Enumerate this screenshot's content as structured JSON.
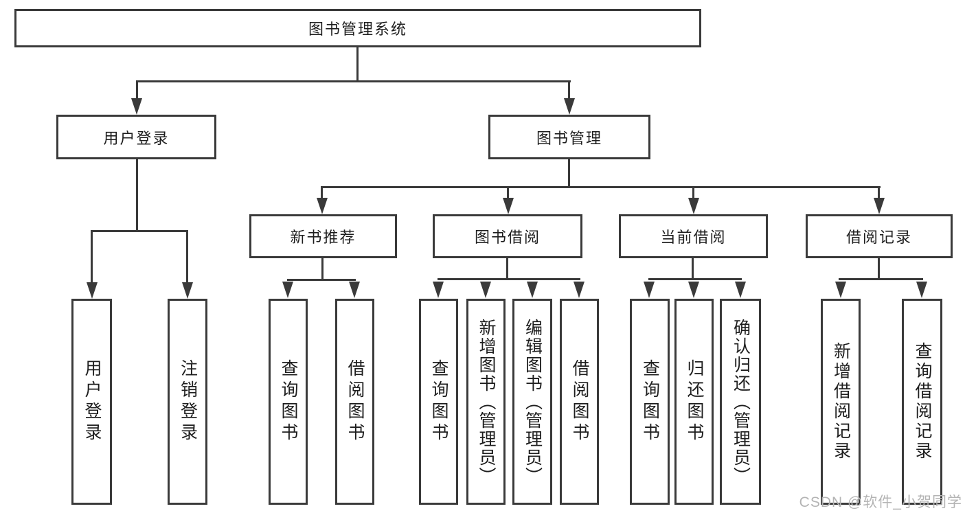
{
  "diagram": {
    "type": "hierarchy-tree",
    "tree": {
      "label": "图书管理系统",
      "children": [
        {
          "label": "用户登录",
          "children": [
            {
              "label": "用户登录"
            },
            {
              "label": "注销登录"
            }
          ]
        },
        {
          "label": "图书管理",
          "children": [
            {
              "label": "新书推荐",
              "children": [
                {
                  "label": "查询图书"
                },
                {
                  "label": "借阅图书"
                }
              ]
            },
            {
              "label": "图书借阅",
              "children": [
                {
                  "label": "查询图书"
                },
                {
                  "label": "新增图书（管理员）"
                },
                {
                  "label": "编辑图书（管理员）"
                },
                {
                  "label": "借阅图书"
                }
              ]
            },
            {
              "label": "当前借阅",
              "children": [
                {
                  "label": "查询图书"
                },
                {
                  "label": "归还图书"
                },
                {
                  "label": "确认归还（管理员）"
                }
              ]
            },
            {
              "label": "借阅记录",
              "children": [
                {
                  "label": "新增借阅记录"
                },
                {
                  "label": "查询借阅记录"
                }
              ]
            }
          ]
        }
      ]
    },
    "watermark": "CSDN @软件_小贺同学",
    "colors": {
      "line": "#3a3a3a",
      "text": "#1e1e1e",
      "watermark": "#b4b4b4",
      "background": "#ffffff"
    }
  }
}
